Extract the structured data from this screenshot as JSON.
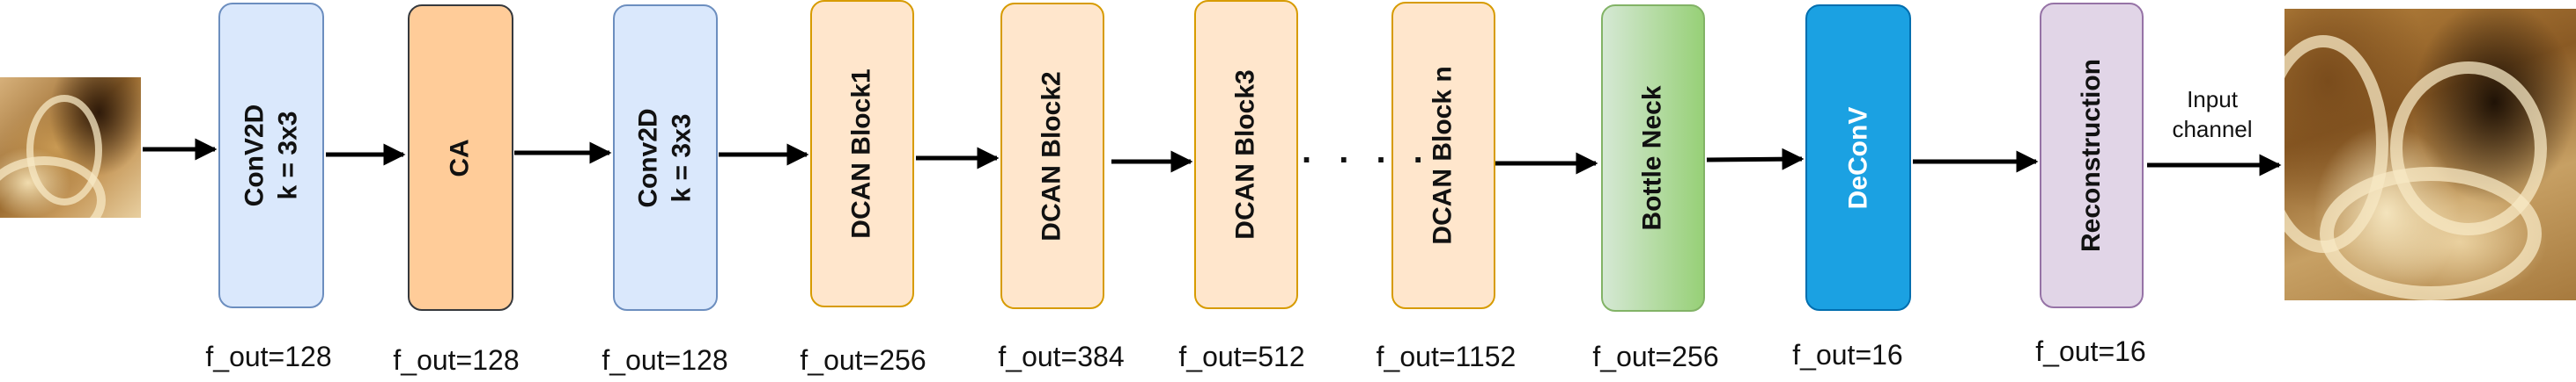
{
  "diagram": {
    "blocks": [
      {
        "id": "conv2d-1",
        "lines": [
          "ConV2D",
          "k = 3x3"
        ],
        "f_out": "f_out=128",
        "fill": "#dae8fc",
        "stroke": "#6c8ebf",
        "text_color": "#111111"
      },
      {
        "id": "ca",
        "lines": [
          "CA"
        ],
        "f_out": "f_out=128",
        "fill": "#ffcc99",
        "stroke": "#36393d",
        "text_color": "#111111"
      },
      {
        "id": "conv2d-2",
        "lines": [
          "Conv2D",
          "k = 3x3"
        ],
        "f_out": "f_out=128",
        "fill": "#dae8fc",
        "stroke": "#6c8ebf",
        "text_color": "#111111"
      },
      {
        "id": "dcan-1",
        "lines": [
          "DCAN Block1"
        ],
        "f_out": "f_out=256",
        "fill": "#ffe6cc",
        "stroke": "#d79b00",
        "text_color": "#111111"
      },
      {
        "id": "dcan-2",
        "lines": [
          "DCAN Block2"
        ],
        "f_out": "f_out=384",
        "fill": "#ffe6cc",
        "stroke": "#d79b00",
        "text_color": "#111111"
      },
      {
        "id": "dcan-3",
        "lines": [
          "DCAN Block3"
        ],
        "f_out": "f_out=512",
        "fill": "#ffe6cc",
        "stroke": "#d79b00",
        "text_color": "#111111"
      },
      {
        "id": "dcan-n",
        "lines": [
          "DCAN Block n"
        ],
        "f_out": "f_out=1152",
        "fill": "#ffe6cc",
        "stroke": "#d79b00",
        "text_color": "#111111"
      },
      {
        "id": "bottle-neck",
        "lines": [
          "Bottle Neck"
        ],
        "f_out": "f_out=256",
        "fill": "#d5e8d4",
        "fill2": "#97d077",
        "stroke": "#82b366",
        "text_color": "#111111"
      },
      {
        "id": "deconv",
        "lines": [
          "DeConV"
        ],
        "f_out": "f_out=16",
        "fill": "#1ba1e2",
        "stroke": "#006eaf",
        "text_color": "#ffffff"
      },
      {
        "id": "reconstruction",
        "lines": [
          "Reconstruction"
        ],
        "f_out": "f_out=16",
        "fill": "#e1d5e7",
        "stroke": "#9673a6",
        "text_color": "#111111"
      }
    ],
    "ellipsis": ". . . .",
    "output_caption_line1": "Input",
    "output_caption_line2": "channel",
    "colors": {
      "arrow": "#000000",
      "background": "#ffffff"
    }
  }
}
